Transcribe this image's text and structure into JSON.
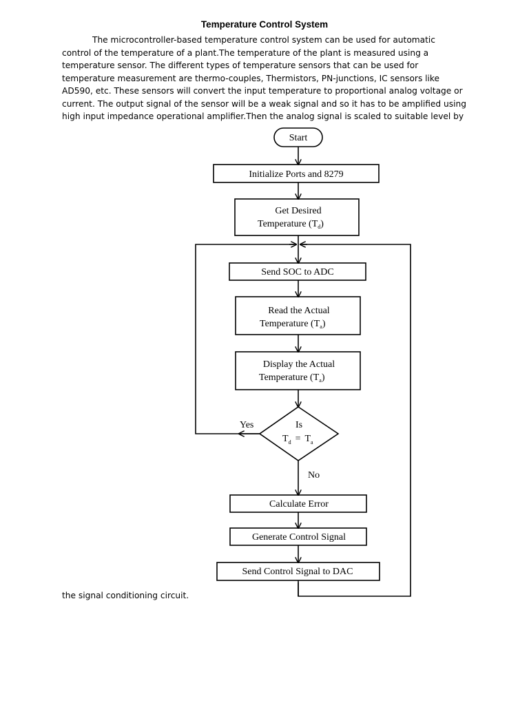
{
  "document": {
    "title": "Temperature Control System",
    "paragraph_lines": [
      "The microcontroller-based temperature control system can be used for automatic",
      "control of the temperature of a plant.The temperature of the plant is measured using a",
      "temperature sensor. The different types of temperature sensors that can be used for",
      "temperature measurement are thermo-couples, Thermistors, PN-junctions, IC sensors like",
      "AD590, etc. These sensors will convert the input temperature to proportional analog voltage or",
      "current. The output signal of the sensor will be a weak signal and so it has to be amplified using",
      "high input impedance operational amplifier.Then the analog signal is scaled to suitable level by"
    ],
    "closing_line": "the signal conditioning circuit."
  },
  "flowchart": {
    "start": "Start",
    "init": "Initialize Ports and 8279",
    "get_desired_1": "Get Desired",
    "get_desired_2": "Temperature (T",
    "subscript_d": "d",
    "close_paren": ")",
    "send_soc": "Send SOC to ADC",
    "read_1": "Read the Actual",
    "read_2": "Temperature (T",
    "subscript_a": "a",
    "display_1": "Display the Actual",
    "display_2": "Temperature (T",
    "decision_is": "Is",
    "decision_t": "T",
    "decision_eq": "=",
    "yes": "Yes",
    "no": "No",
    "calc_error": "Calculate Error",
    "gen_control": "Generate Control Signal",
    "send_dac": "Send Control Signal to DAC"
  }
}
